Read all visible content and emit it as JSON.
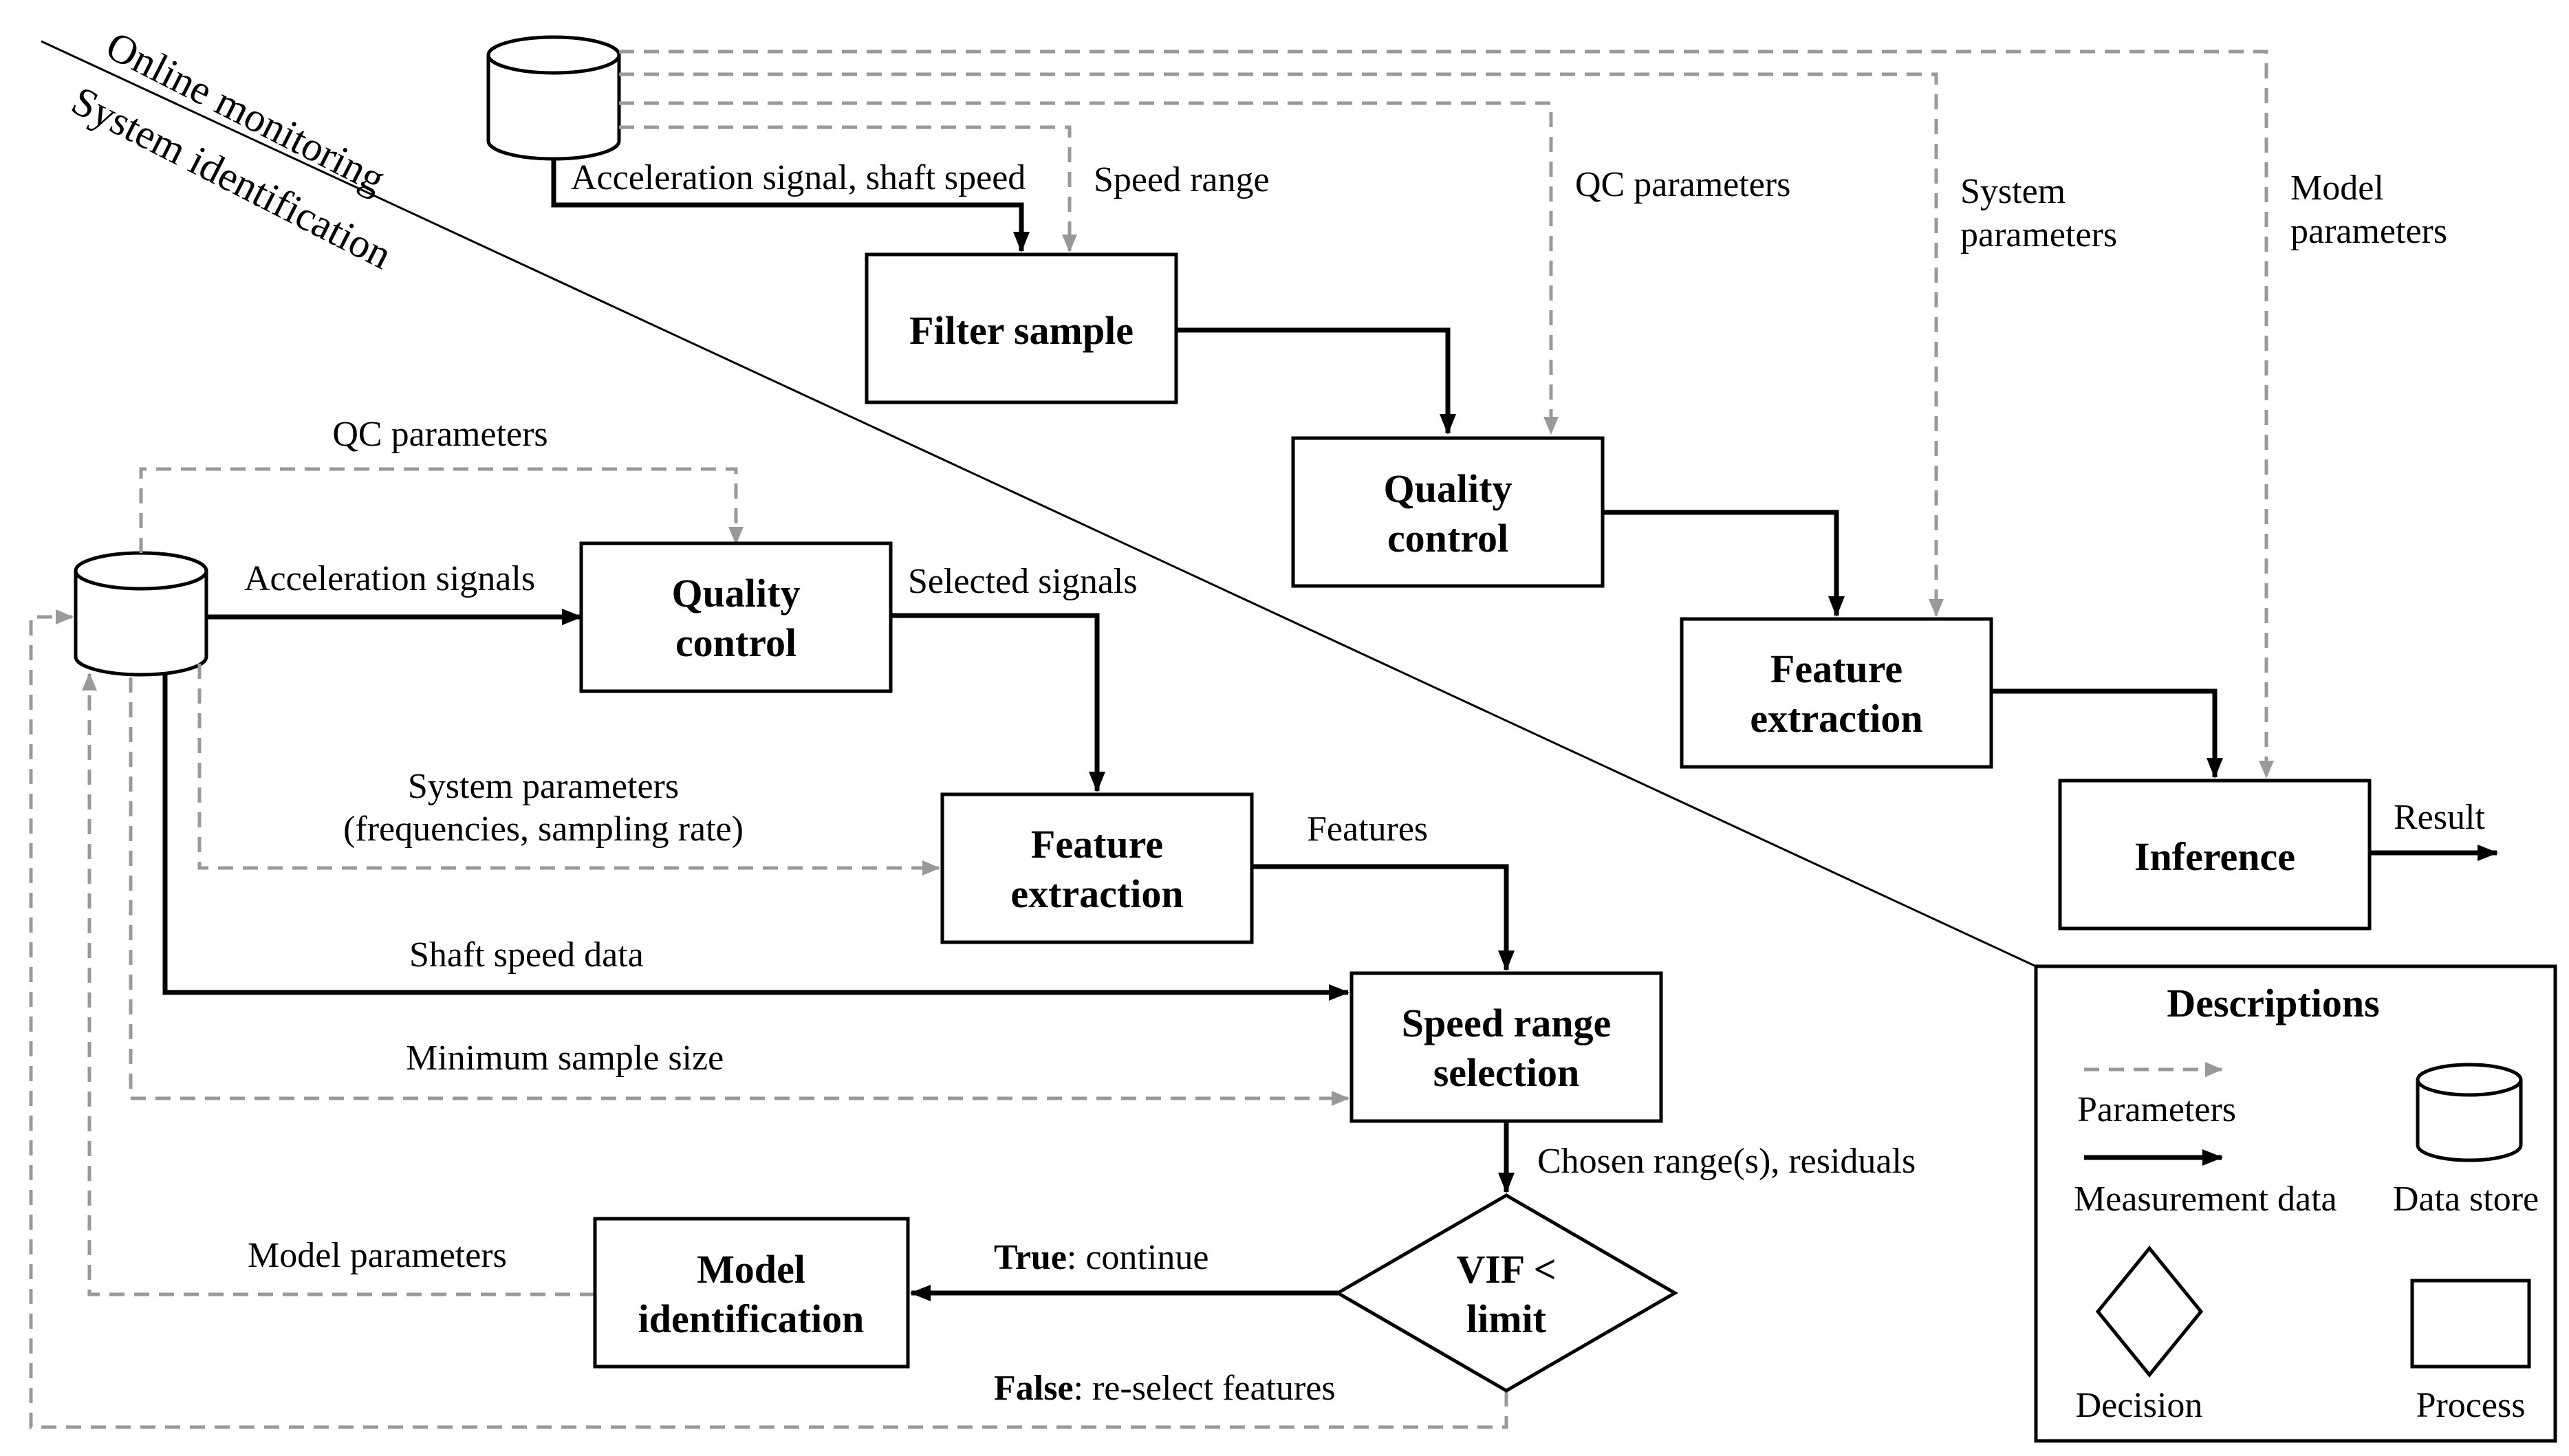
{
  "sections": {
    "online": "Online monitoring",
    "sysid": "System identification"
  },
  "online": {
    "signal_label": "Acceleration signal, shaft speed",
    "speed_range_label": "Speed range",
    "qc_params_label": "QC parameters",
    "system_params_label_1": "System",
    "system_params_label_2": "parameters",
    "model_params_label_1": "Model",
    "model_params_label_2": "parameters",
    "filter_sample": "Filter sample",
    "quality_control_1": "Quality",
    "quality_control_2": "control",
    "feature_extraction_1": "Feature",
    "feature_extraction_2": "extraction",
    "inference": "Inference",
    "result_label": "Result"
  },
  "sysid": {
    "qc_params_label": "QC parameters",
    "accel_signals_label": "Acceleration signals",
    "selected_signals_label": "Selected signals",
    "system_params_label_1": "System parameters",
    "system_params_label_2": "(frequencies, sampling rate)",
    "features_label": "Features",
    "shaft_speed_label": "Shaft speed data",
    "min_sample_label": "Minimum sample size",
    "chosen_range_label": "Chosen range(s), residuals",
    "model_params_label": "Model parameters",
    "true_bold": "True",
    "true_rest": ": continue",
    "false_bold": "False",
    "false_rest": ": re-select features",
    "quality_control_1": "Quality",
    "quality_control_2": "control",
    "feature_extraction_1": "Feature",
    "feature_extraction_2": "extraction",
    "speed_range_1": "Speed range",
    "speed_range_2": "selection",
    "vif_1": "VIF <",
    "vif_2": "limit",
    "model_id_1": "Model",
    "model_id_2": "identification"
  },
  "legend": {
    "title": "Descriptions",
    "parameters": "Parameters",
    "measurement": "Measurement data",
    "data_store": "Data store",
    "decision": "Decision",
    "process": "Process"
  }
}
